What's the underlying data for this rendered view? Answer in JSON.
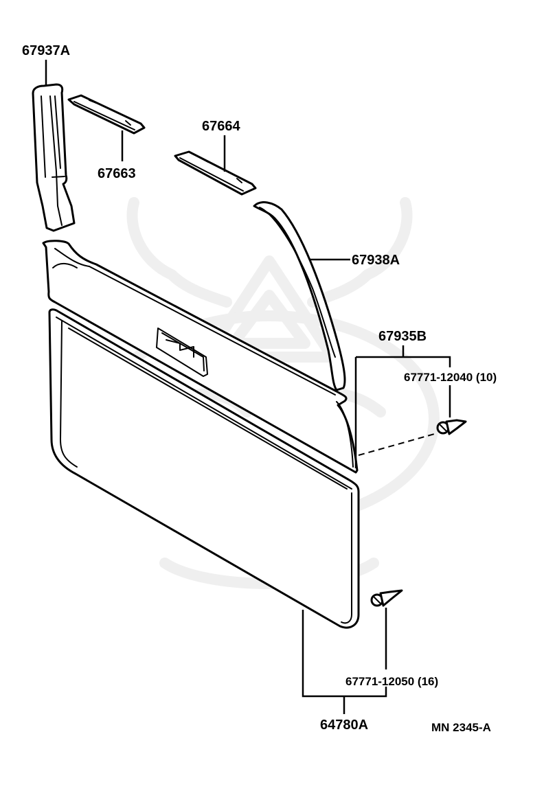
{
  "diagram": {
    "type": "exploded parts diagram",
    "subject": "door trim panel assembly",
    "catalog_code": "MN 2345-A",
    "parts": [
      {
        "id": "67937A",
        "label": "67937A"
      },
      {
        "id": "67663",
        "label": "67663"
      },
      {
        "id": "67664",
        "label": "67664"
      },
      {
        "id": "67938A",
        "label": "67938A"
      },
      {
        "id": "67935B",
        "label": "67935B"
      },
      {
        "id": "67771-12040",
        "label": "67771-12040 (10)",
        "qty": 10
      },
      {
        "id": "67771-12050",
        "label": "67771-12050 (16)",
        "qty": 16
      },
      {
        "id": "64780A",
        "label": "64780A"
      }
    ],
    "colors": {
      "line": "#000000",
      "background": "#ffffff",
      "watermark": "#efefef"
    }
  }
}
